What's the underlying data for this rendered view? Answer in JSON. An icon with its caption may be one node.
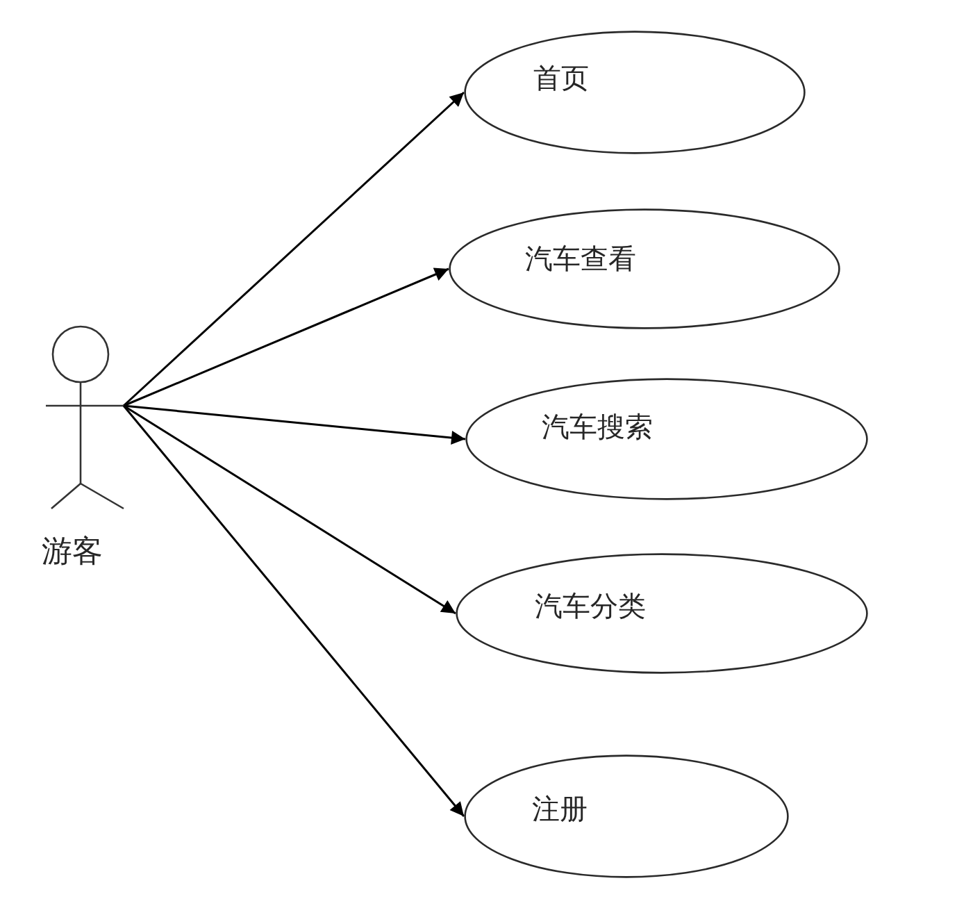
{
  "diagram": {
    "nodes": [
      {
        "text": [
          "游客"
        ]
      },
      {
        "text": [
          "首页"
        ]
      },
      {
        "text": [
          "汽车查看"
        ]
      },
      {
        "text": [
          "汽车搜索"
        ]
      },
      {
        "text": [
          "汽车分类"
        ]
      },
      {
        "text": [
          "注册"
        ]
      }
    ],
    "edges": [
      {
        "from": 0,
        "to": 1,
        "arrow": "to"
      },
      {
        "from": 0,
        "to": 2,
        "arrow": "to"
      },
      {
        "from": 0,
        "to": 3,
        "arrow": "to"
      },
      {
        "from": 0,
        "to": 4,
        "arrow": "to"
      },
      {
        "from": 0,
        "to": 5,
        "arrow": "to"
      }
    ]
  }
}
